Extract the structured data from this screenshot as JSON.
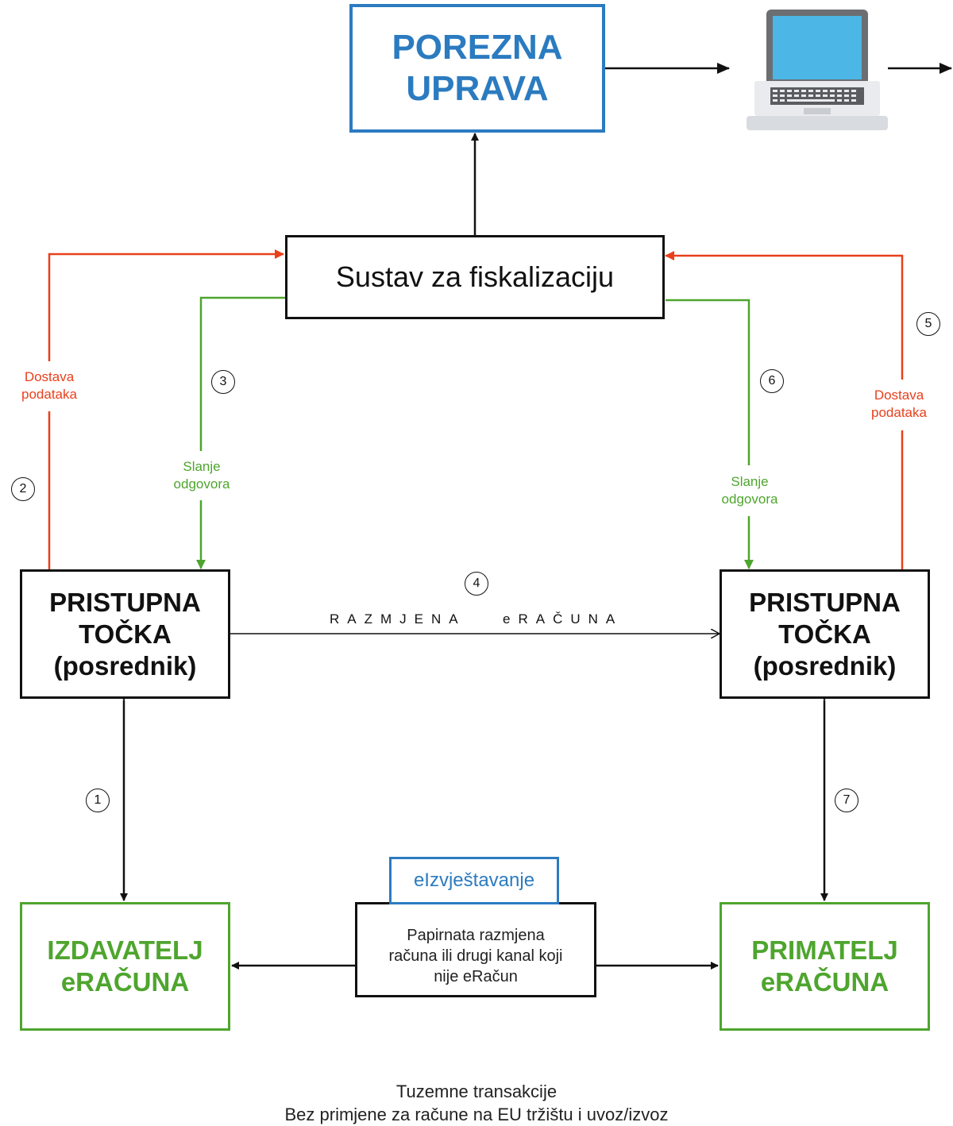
{
  "colors": {
    "blue": "#2b7bc0",
    "green": "#4ea52e",
    "red": "#e8401c",
    "black": "#111111",
    "screen": "#4cb6e6",
    "laptop_body": "#6d6e71",
    "laptop_base": "#d8dbe0"
  },
  "tax_authority": {
    "line1": "POREZNA",
    "line2": "UPRAVA"
  },
  "laptop": {
    "icon": "laptop-icon"
  },
  "fiscal_system": {
    "label": "Sustav za fiskalizaciju"
  },
  "access_point_left": {
    "line1": "PRISTUPNA",
    "line2": "TOČKA",
    "line3": "(posrednik)"
  },
  "access_point_right": {
    "line1": "PRISTUPNA",
    "line2": "TOČKA",
    "line3": "(posrednik)"
  },
  "issuer": {
    "line1": "IZDAVATELJ",
    "line2": "eRAČUNA"
  },
  "recipient": {
    "line1": "PRIMATELJ",
    "line2": "eRAČUNA"
  },
  "ereporting": {
    "label": "eIzvještavanje"
  },
  "paper_exchange": {
    "line1": "Papirnata razmjena",
    "line2": "računa ili drugi kanal koji",
    "line3": "nije eRačun"
  },
  "flows": {
    "left_delivery": {
      "line1": "Dostava",
      "line2": "podataka"
    },
    "right_delivery": {
      "line1": "Dostava",
      "line2": "podataka"
    },
    "left_response": {
      "line1": "Slanje",
      "line2": "odgovora"
    },
    "right_response": {
      "line1": "Slanje",
      "line2": "odgovora"
    },
    "exchange": {
      "word1": "RAZMJENA",
      "word2": "eRAČUNA"
    }
  },
  "steps": [
    "1",
    "2",
    "3",
    "4",
    "5",
    "6",
    "7"
  ],
  "footer": {
    "line1": "Tuzemne transakcije",
    "line2": "Bez primjene za račune na EU tržištu i uvoz/izvoz"
  }
}
